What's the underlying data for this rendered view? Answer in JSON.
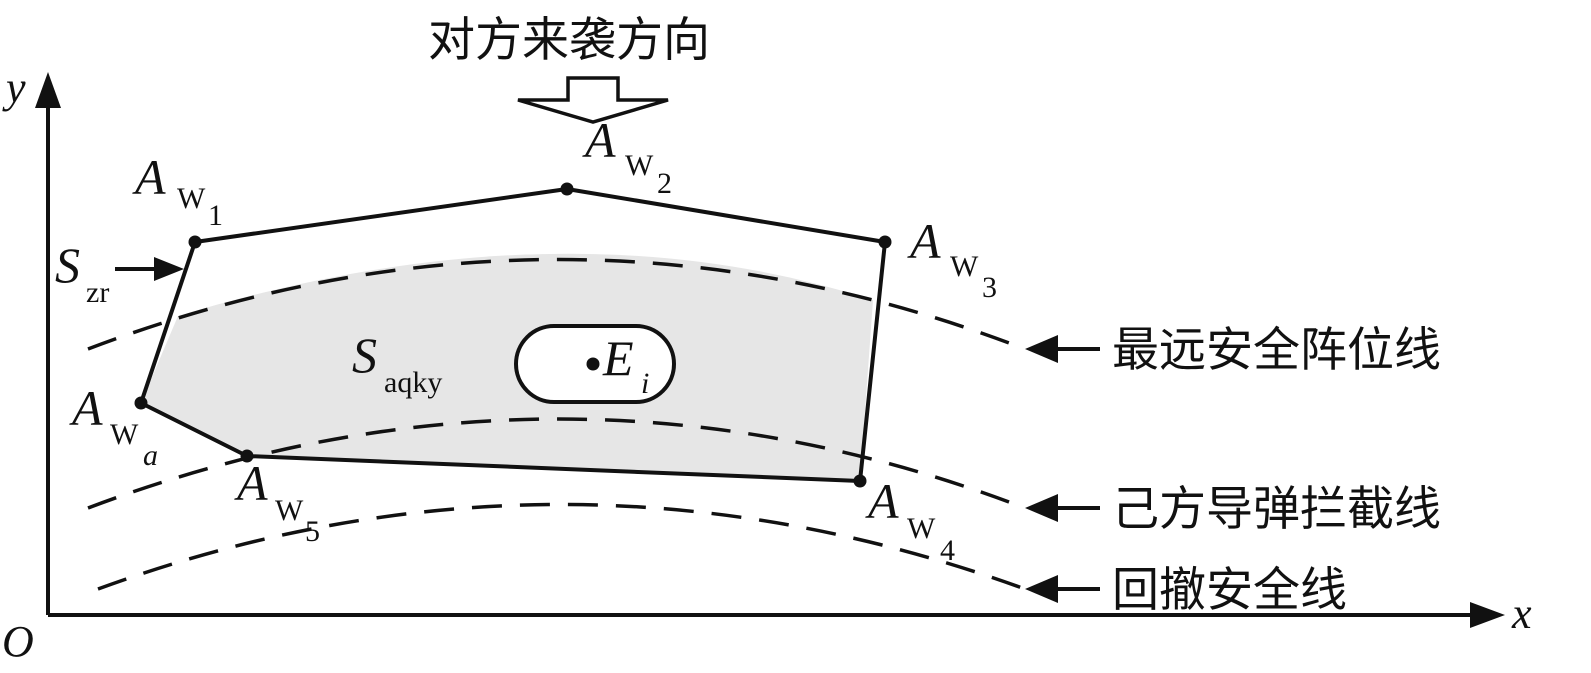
{
  "title": "对方来袭方向",
  "axes": {
    "x_label": "x",
    "y_label": "y",
    "origin_label": "O"
  },
  "lines": {
    "farthest_safe": "最远安全阵位线",
    "intercept": "己方导弹拦截线",
    "retreat_safe": "回撤安全线"
  },
  "points": [
    {
      "main": "A",
      "sub": "W",
      "index": "1"
    },
    {
      "main": "A",
      "sub": "W",
      "index": "2"
    },
    {
      "main": "A",
      "sub": "W",
      "index": "3"
    },
    {
      "main": "A",
      "sub": "W",
      "index": "4"
    },
    {
      "main": "A",
      "sub": "W",
      "index": "5"
    },
    {
      "main": "A",
      "sub": "W",
      "index": "a"
    }
  ],
  "labels": {
    "s_zr_main": "S",
    "s_zr_sub": "zr",
    "s_aqky_main": "S",
    "s_aqky_sub": "aqky",
    "e_main": "E",
    "e_sub": "i"
  },
  "colors": {
    "stroke": "#111111",
    "fill_region": "#e6e6e6",
    "background": "#ffffff"
  }
}
